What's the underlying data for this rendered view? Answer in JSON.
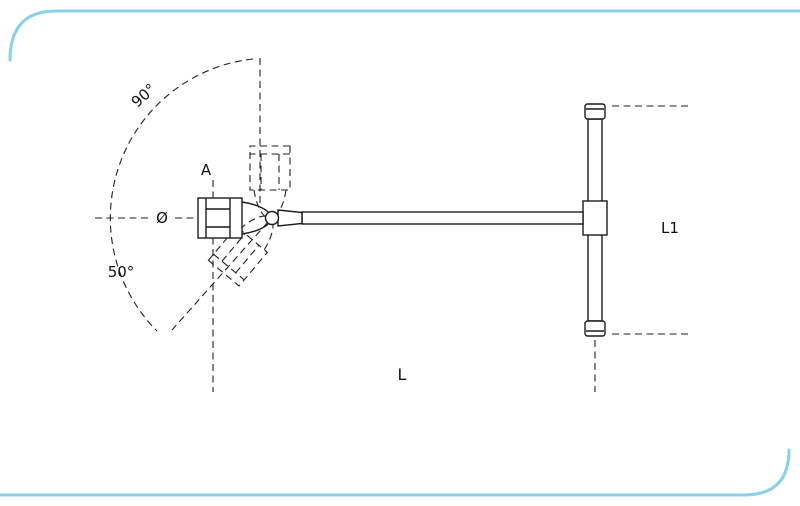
{
  "diagram": {
    "type": "technical-drawing",
    "subject": "T-handle wrench with swivelling socket",
    "labels": {
      "rotation_up": "90°",
      "rotation_down": "50°",
      "dim_socket": "A",
      "dim_diameter": "Ø",
      "dim_length": "L",
      "dim_handle_length": "L1"
    },
    "colors": {
      "frame_accent": "#8ccfe9",
      "line": "#1c1c1c",
      "background": "#ffffff"
    }
  }
}
